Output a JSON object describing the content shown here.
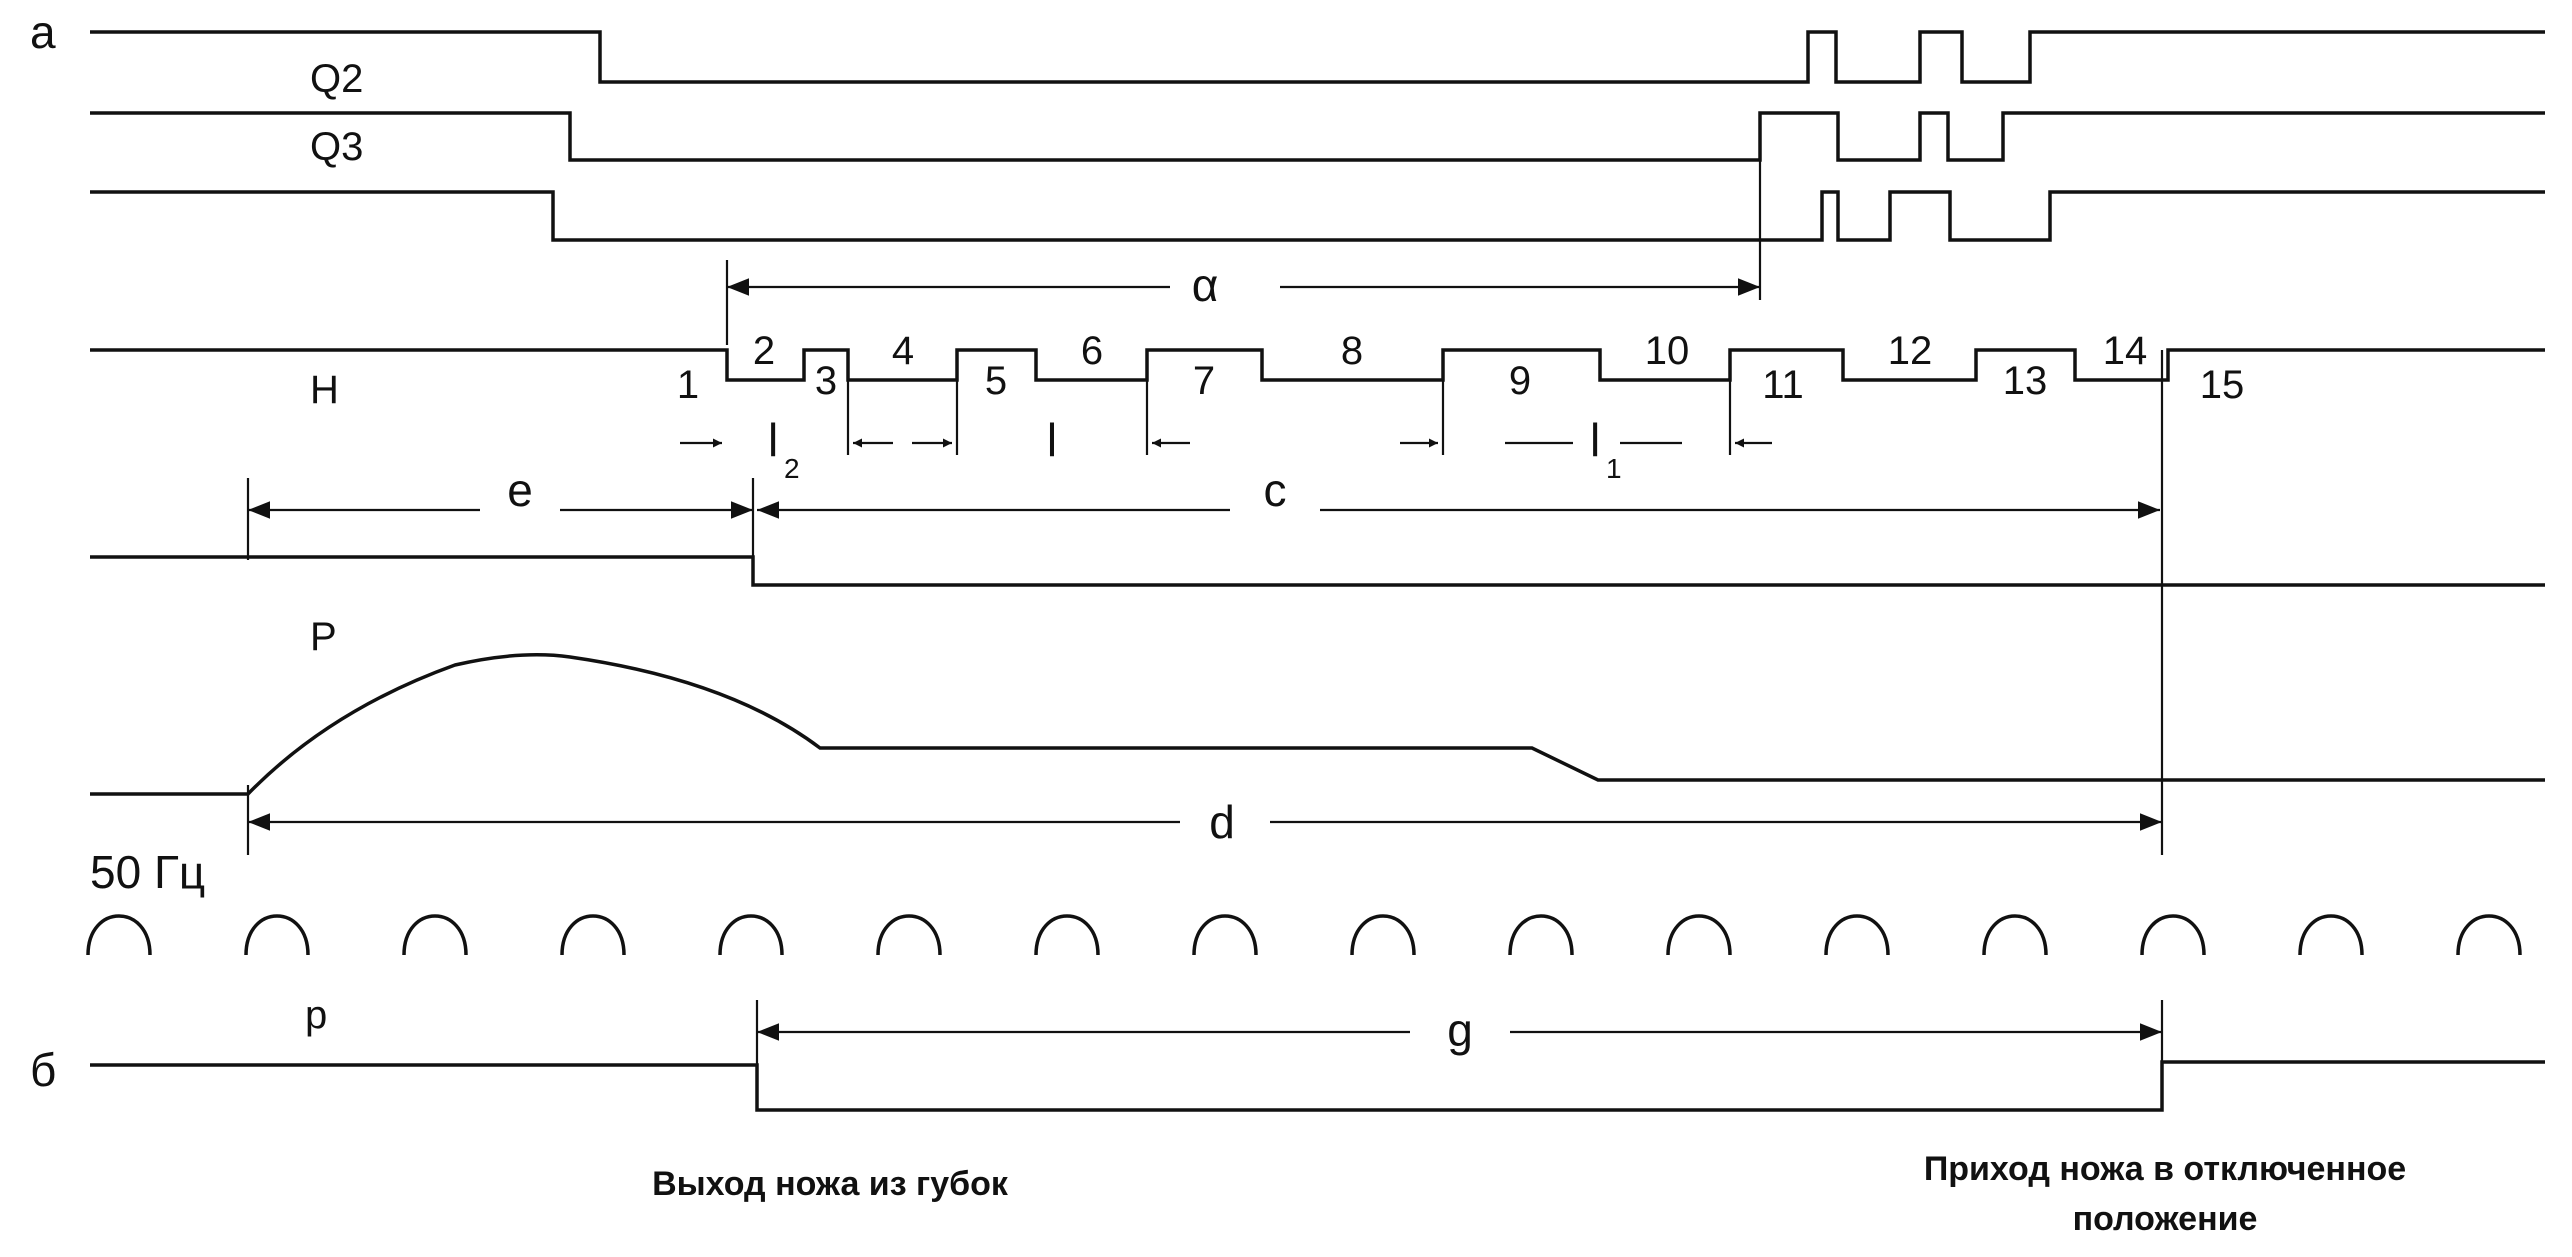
{
  "panel_labels": {
    "a": "а",
    "b": "б"
  },
  "signals": {
    "q2": "Q2",
    "q3": "Q3",
    "h": "H",
    "p_upper": "P",
    "p_lower": "p"
  },
  "frequency_label": "50 Гц",
  "segments": [
    "1",
    "2",
    "3",
    "4",
    "5",
    "6",
    "7",
    "8",
    "9",
    "10",
    "11",
    "12",
    "13",
    "14",
    "15"
  ],
  "intervals": {
    "alpha": "α",
    "e": "e",
    "c": "c",
    "d": "d",
    "g": "g",
    "l": "l",
    "l1": "l",
    "l1_sub": "1",
    "l2": "l",
    "l2_sub": "2"
  },
  "captions": {
    "knife_out": "Выход ножа из губок",
    "knife_arrive_line1": "Приход ножа в отключенное",
    "knife_arrive_line2": "положение"
  },
  "colors": {
    "ink": "#111111",
    "background": "#ffffff"
  }
}
